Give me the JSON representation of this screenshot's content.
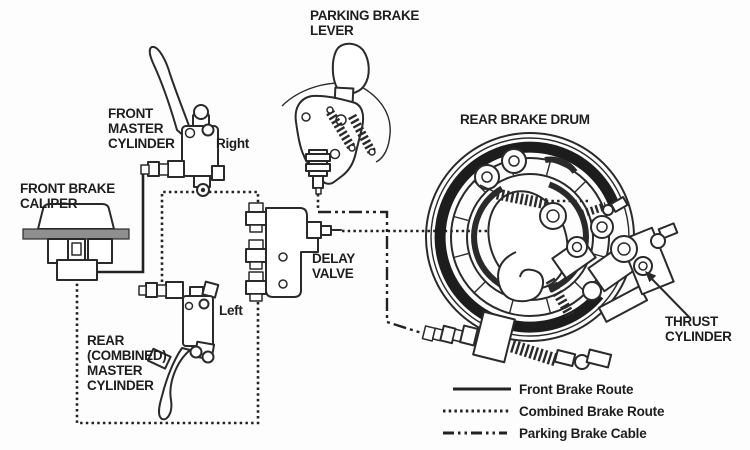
{
  "figure": {
    "type": "brake-system-schematic",
    "background": "#fdfdfd",
    "ink_color": "#2a2a2a"
  },
  "labels": {
    "parking_brake_lever": "PARKING BRAKE\nLEVER",
    "front_master_cylinder": "FRONT\nMASTER\nCYLINDER",
    "front_master_cylinder_side": "Right",
    "front_brake_caliper": "FRONT BRAKE\nCALIPER",
    "rear_master_cylinder": "REAR\n(COMBINED)\nMASTER\nCYLINDER",
    "rear_master_cylinder_side": "Left",
    "delay_valve": "DELAY\nVALVE",
    "rear_brake_drum": "REAR BRAKE DRUM",
    "thrust_cylinder": "THRUST\nCYLINDER"
  },
  "legend": {
    "items": [
      {
        "line_style": "solid",
        "label": "Front Brake Route"
      },
      {
        "line_style": "dotted",
        "label": "Combined Brake Route"
      },
      {
        "line_style": "dash-dot",
        "label": "Parking Brake Cable"
      }
    ]
  }
}
